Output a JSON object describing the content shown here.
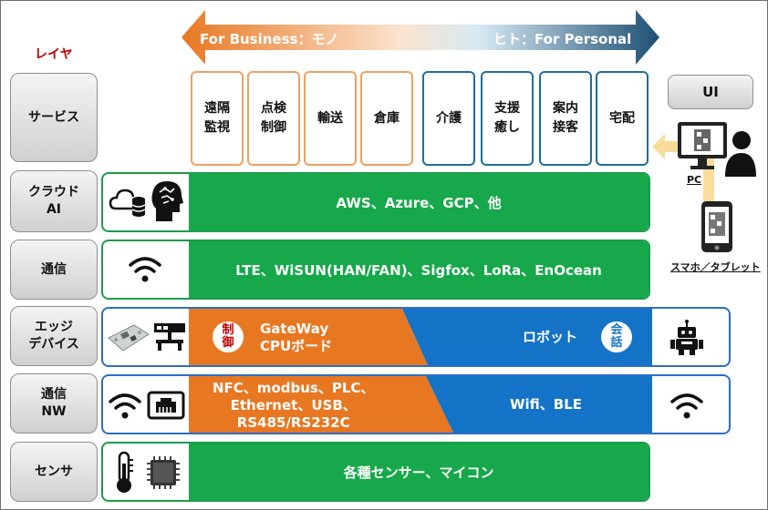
{
  "layer_title": "レイヤ",
  "arrow": {
    "left_label": "For Business：モノ",
    "right_label": "ヒト：For Personal"
  },
  "layers": [
    "サービス",
    "クラウド\nAI",
    "通信",
    "エッジ\nデバイス",
    "通信\nNW",
    "センサ"
  ],
  "services": {
    "business": [
      "遠隔\n監視",
      "点検\n制御",
      "輸送",
      "倉庫"
    ],
    "personal": [
      "介護",
      "支援\n癒し",
      "案内\n接客",
      "宅配"
    ]
  },
  "ui": {
    "label": "UI",
    "pc_label": "PC",
    "mobile_label": "スマホ／タブレット"
  },
  "rows": {
    "cloud": {
      "text": "AWS、Azure、GCP、他",
      "icons": [
        "cloud-database-icon",
        "ai-head-icon"
      ]
    },
    "comm": {
      "text": "LTE、WiSUN(HAN/FAN)、Sigfox、LoRa、EnOcean",
      "icons": [
        "wifi-icon"
      ]
    },
    "edge": {
      "badge_control": "制\n御",
      "gateway_text": "GateWay\nCPUボード",
      "robot_text": "ロボット",
      "badge_talk": "会\n話",
      "icons": [
        "circuit-board-icon",
        "network-switch-icon",
        "robot-icon"
      ]
    },
    "nw": {
      "wired_text": "NFC、modbus、PLC、\nEthernet、USB、\nRS485/RS232C",
      "wireless_text": "Wifi、BLE",
      "icons": [
        "wifi-icon",
        "ethernet-port-icon",
        "wifi-icon"
      ]
    },
    "sensor": {
      "text": "各種センサー、マイコン",
      "icons": [
        "thermometer-icon",
        "microchip-icon"
      ]
    }
  },
  "colors": {
    "business_orange": "#e87722",
    "personal_blue": "#1473c6",
    "green": "#16a84a",
    "layer_title_red": "#c00000",
    "arrow_dark": "#1d4f73"
  }
}
